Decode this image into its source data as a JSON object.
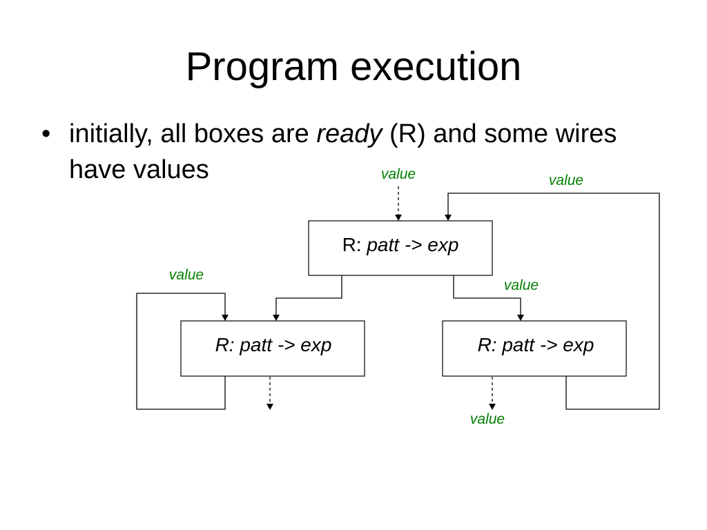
{
  "slide": {
    "title": "Program execution",
    "bullet": {
      "marker": "•",
      "text_before": "initially, all boxes are ",
      "text_emphasis": "ready",
      "text_after": " (R) and some wires have values"
    }
  },
  "diagram": {
    "boxes": {
      "top": {
        "prefix": "R: ",
        "rule": "patt -> exp"
      },
      "left": {
        "label": "R: patt -> exp"
      },
      "right": {
        "label": "R: patt -> exp"
      }
    },
    "wire_labels": {
      "top_input": "value",
      "feedback_right": "value",
      "feedback_left": "value",
      "top_to_right": "value",
      "right_output": "value"
    },
    "colors": {
      "value_label": "#008000",
      "wire": "#000000"
    }
  }
}
